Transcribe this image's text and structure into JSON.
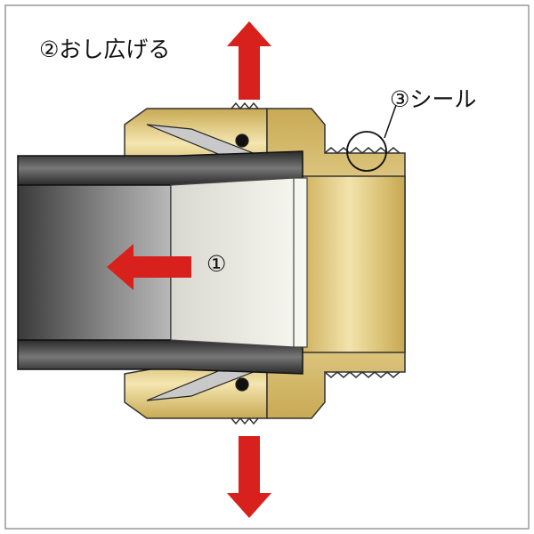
{
  "labels": {
    "expand": "②おし広げる",
    "seal": "③シール",
    "pull": "①"
  },
  "colors": {
    "arrow": "#d8201c",
    "brass": "#d9c27a",
    "pipe": "#4a4a4a",
    "insert": "#ecece4"
  }
}
